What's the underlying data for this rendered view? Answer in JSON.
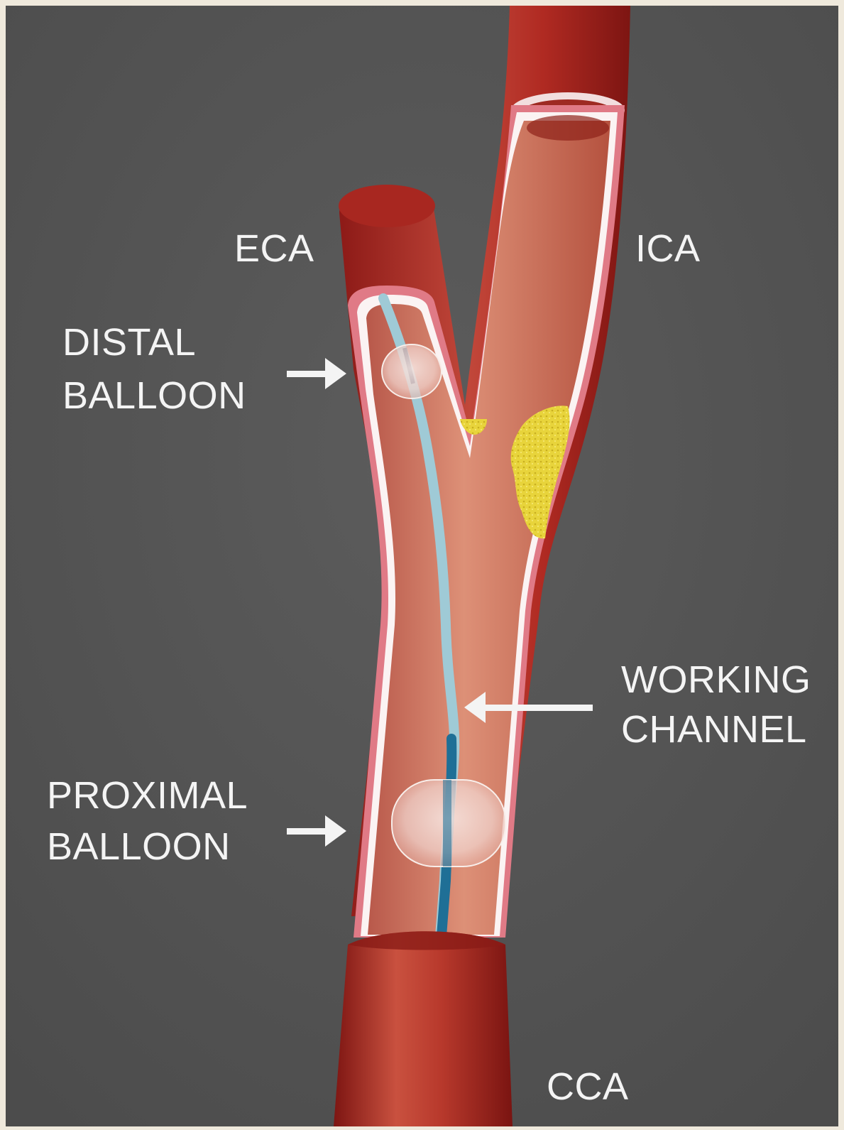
{
  "labels": {
    "eca": "ECA",
    "ica": "ICA",
    "cca": "CCA",
    "distal_balloon": [
      "DISTAL",
      "BALLOON"
    ],
    "proximal_balloon": [
      "PROXIMAL",
      "BALLOON"
    ],
    "working_channel": [
      "WORKING",
      "CHANNEL"
    ]
  },
  "colors": {
    "background": "#5a5a5a",
    "frame": "#efe9dc",
    "vessel_outer": "#a8231f",
    "vessel_wall": "#d9727d",
    "vessel_lumen": "#d4836a",
    "plaque": "#e6d13a",
    "catheter": "#8fc0cf",
    "catheter_dark": "#1f6f96",
    "label_text": "#f4f4f4"
  }
}
